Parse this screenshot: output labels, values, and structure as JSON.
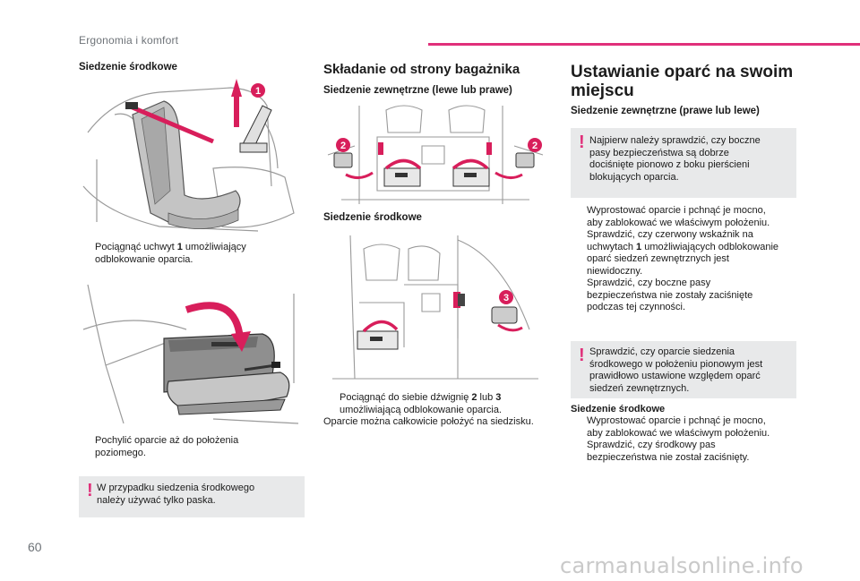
{
  "header": {
    "section_title": "Ergonomia i komfort"
  },
  "page_number": "60",
  "col1": {
    "heading": "Siedzenie środkowe",
    "bullet1_pre": "Pociągnąć uchwyt ",
    "bullet1_bold": "1",
    "bullet1_post": " umożliwiający",
    "bullet1_line2": "odblokowanie oparcia.",
    "bullet2_line1": "Pochylić oparcie aż do położenia",
    "bullet2_line2": "poziomego.",
    "warning_line1": "W przypadku siedzenia środkowego",
    "warning_line2": "należy używać tylko paska."
  },
  "col2": {
    "heading": "Składanie od strony bagażnika",
    "sub1": "Siedzenie zewnętrzne (lewe lub prawe)",
    "sub2": "Siedzenie środkowe",
    "bullet_pre": "Pociągnąć do siebie dźwignię ",
    "bullet_b1": "2",
    "bullet_mid": " lub ",
    "bullet_b2": "3",
    "bullet_line2": "umożliwiającą odblokowanie oparcia.",
    "para": "Oparcie można całkowicie położyć na siedzisku."
  },
  "col3": {
    "heading_line1": "Ustawianie oparć na swoim",
    "heading_line2": "miejscu",
    "sub1": "Siedzenie zewnętrzne (prawe lub lewe)",
    "warn1_lines": [
      "Najpierw należy sprawdzić, czy boczne",
      "pasy bezpieczeństwa są dobrze",
      "dociśnięte pionowo z boku pierścieni",
      "blokujących oparcia."
    ],
    "b1_line1": "Wyprostować oparcie i pchnąć je mocno,",
    "b1_line2": "aby zablokować we właściwym położeniu.",
    "b2_line1": "Sprawdzić, czy czerwony wskaźnik na",
    "b2_line2_pre": "uchwytach ",
    "b2_line2_bold": "1",
    "b2_line2_post": " umożliwiających odblokowanie",
    "b2_line3": "oparć siedzeń zewnętrznych jest",
    "b2_line4": "niewidoczny.",
    "b3_line1": "Sprawdzić, czy boczne pasy",
    "b3_line2": "bezpieczeństwa nie zostały zaciśnięte",
    "b3_line3": "podczas tej czynności.",
    "warn2_lines": [
      "Sprawdzić, czy oparcie siedzenia",
      "środkowego w położeniu pionowym jest",
      "prawidłowo ustawione względem oparć",
      "siedzeń zewnętrznych."
    ],
    "sub2": "Siedzenie środkowe",
    "b4_line1": "Wyprostować oparcie i pchnąć je mocno,",
    "b4_line2": "aby zablokować we właściwym położeniu.",
    "b5_line1": "Sprawdzić, czy środkowy pas",
    "b5_line2": "bezpieczeństwa nie został zaciśnięty."
  },
  "callouts": {
    "c1": "1",
    "c2": "2",
    "c3": "3"
  },
  "bullet_marker": "",
  "warning_marker": "!",
  "watermark": "carmanualsonline.info",
  "colors": {
    "accent": "#e0307a",
    "callout": "#d81e5b",
    "gray_text": "#6e7378",
    "box_bg": "#e8e9ea"
  }
}
